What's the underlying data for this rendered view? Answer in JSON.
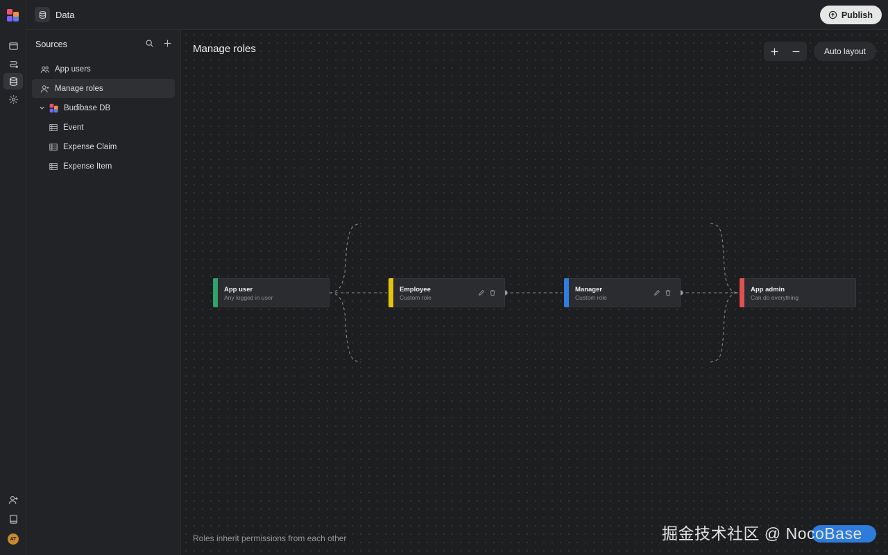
{
  "topbar": {
    "section_title": "Data",
    "publish_label": "Publish"
  },
  "sidebar": {
    "heading": "Sources",
    "items": [
      {
        "label": "App users",
        "icon": "users-icon"
      },
      {
        "label": "Manage roles",
        "icon": "user-plus-icon",
        "selected": true
      },
      {
        "label": "Budibase DB",
        "icon": "budibase-logo-icon",
        "expanded": true
      },
      {
        "label": "Event",
        "icon": "table-icon"
      },
      {
        "label": "Expense Claim",
        "icon": "table-icon"
      },
      {
        "label": "Expense Item",
        "icon": "table-icon"
      }
    ]
  },
  "rail": {
    "avatar_initials": "AT"
  },
  "canvas": {
    "title": "Manage roles",
    "auto_layout_label": "Auto layout",
    "footer": "Roles inherit permissions from each other",
    "roles": [
      {
        "name": "App user",
        "description": "Any logged in user",
        "color": "#2fa36b"
      },
      {
        "name": "Employee",
        "description": "Custom role",
        "color": "#e5c50c"
      },
      {
        "name": "Manager",
        "description": "Custom role",
        "color": "#2f7de1"
      },
      {
        "name": "App admin",
        "description": "Can do everything",
        "color": "#e05252"
      }
    ]
  },
  "watermark": "掘金技术社区 @ NocoBase",
  "colors": {
    "background": "#1d1e20",
    "panel": "#222326",
    "publish_bg": "#e6e6e6"
  }
}
